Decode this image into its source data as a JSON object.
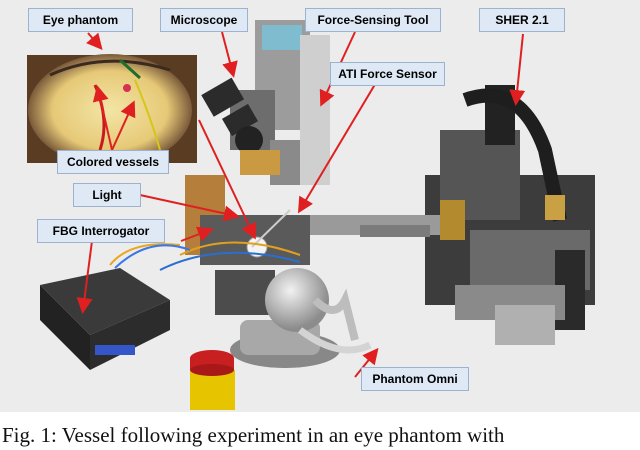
{
  "labels": {
    "eye_phantom": "Eye phantom",
    "microscope": "Microscope",
    "force_tool": "Force-Sensing Tool",
    "sher": "SHER 2.1",
    "ati": "ATI Force Sensor",
    "colored_vessels": "Colored vessels",
    "light": "Light",
    "fbg": "FBG Interrogator",
    "omni": "Phantom Omni"
  },
  "caption": "Fig. 1: Vessel following experiment in an eye phantom with"
}
